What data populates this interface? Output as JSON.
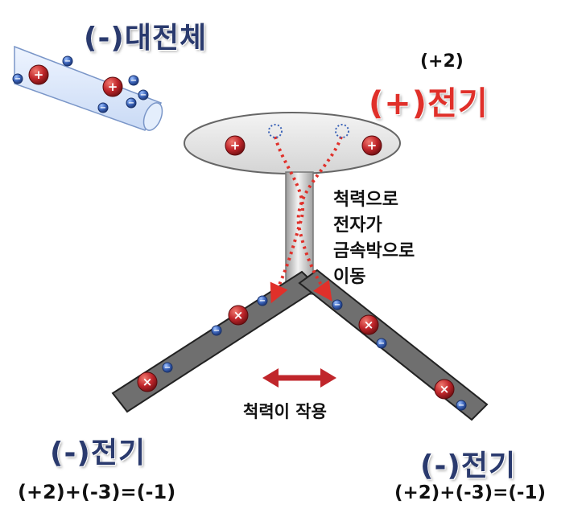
{
  "title_rod": "(-)대전체",
  "knob_charge": "(+2)",
  "knob_title": "(+)전기",
  "description": [
    "척력으로",
    "전자가",
    "금속박으로",
    "이동"
  ],
  "force_label": "척력이 작용",
  "left_leaf": {
    "title": "(-)전기",
    "equation": "(+2)+(-3)=(-1)"
  },
  "right_leaf": {
    "title": "(-)전기",
    "equation": "(+2)+(-3)=(-1)"
  },
  "symbols": {
    "plus": "+",
    "minus": "−",
    "cross": "×"
  },
  "colors": {
    "proton": "#c0262b",
    "electron": "#3b63b8",
    "arrow": "#e0302a",
    "leaf": "#6f6f6f",
    "title": "#2a3a6e"
  }
}
